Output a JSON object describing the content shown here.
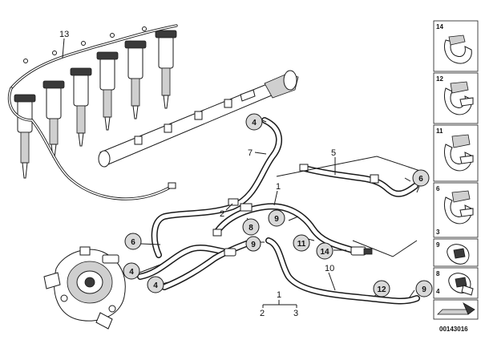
{
  "diagram": {
    "item_labels": {
      "l13": "13",
      "l7": "7",
      "l5": "5",
      "l1_upper": "1",
      "l2_upper": "2",
      "l10": "10",
      "l1_lower": "1",
      "l2_lower": "2",
      "l3_lower": "3"
    },
    "callouts": {
      "c4_top": "4",
      "c6_right": "6",
      "c9_mid": "9",
      "c8_mid": "8",
      "c6_left": "6",
      "c9_small": "9",
      "c11": "11",
      "c14": "14",
      "c4_left": "4",
      "c4_low": "4",
      "c12": "12",
      "c9_right": "9"
    },
    "reference_strip": {
      "r14": "14",
      "r12": "12",
      "r11": "11",
      "r6": "6",
      "r3": "3",
      "r9": "9",
      "r8": "8",
      "r4": "4"
    },
    "document_number": "00143016"
  }
}
